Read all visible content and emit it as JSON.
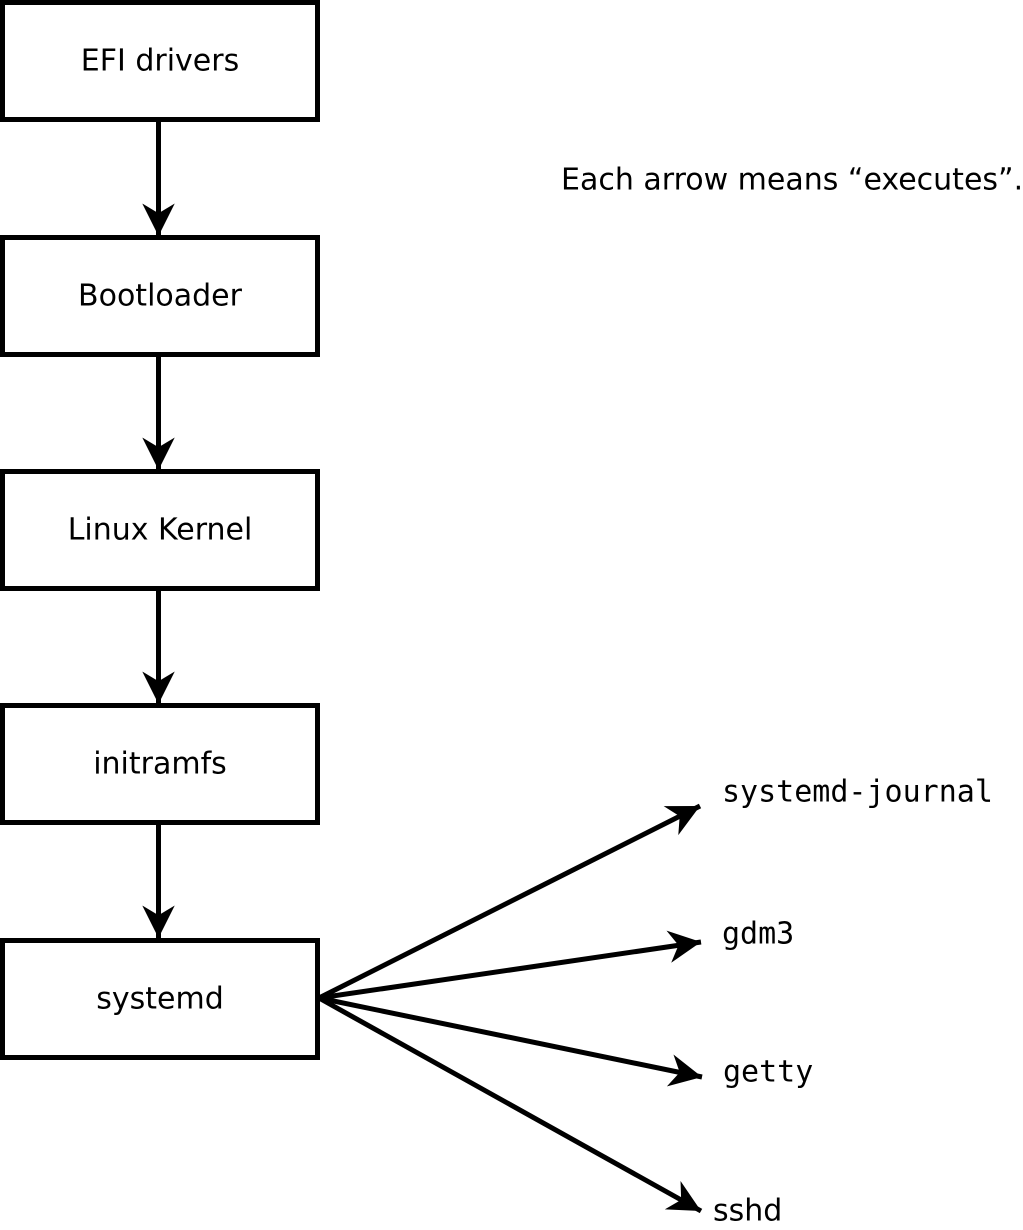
{
  "diagram": {
    "annotation": "Each arrow means “executes”.",
    "boot_chain": [
      {
        "label": "EFI drivers"
      },
      {
        "label": "Bootloader"
      },
      {
        "label": "Linux Kernel"
      },
      {
        "label": "initramfs"
      },
      {
        "label": "systemd"
      }
    ],
    "spawned_processes": [
      {
        "label": "systemd-journal"
      },
      {
        "label": "gdm3"
      },
      {
        "label": "getty"
      },
      {
        "label": "sshd"
      }
    ],
    "colors": {
      "line": "#000000",
      "box_fill": "#ffffff",
      "background": "#ffffff",
      "text": "#000000"
    }
  }
}
